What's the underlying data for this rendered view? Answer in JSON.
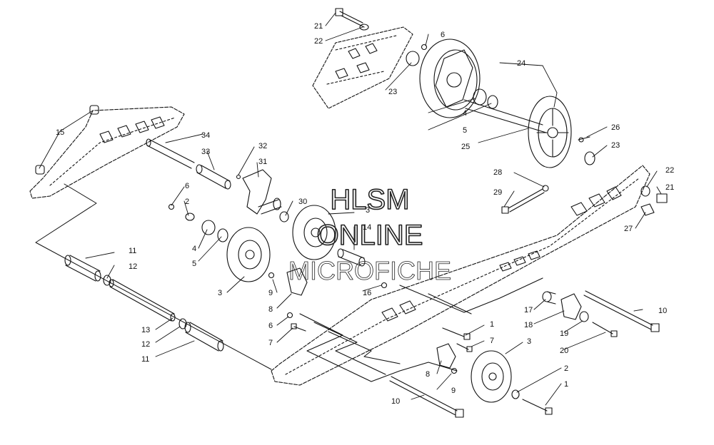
{
  "watermark": {
    "line1": "HLSM",
    "line2": "ONLINE",
    "line3": "MICROFICHE"
  },
  "callouts": [
    {
      "id": "c21a",
      "label": "21"
    },
    {
      "id": "c22a",
      "label": "22"
    },
    {
      "id": "c6a",
      "label": "6"
    },
    {
      "id": "c24",
      "label": "24"
    },
    {
      "id": "c23a",
      "label": "23"
    },
    {
      "id": "c4a",
      "label": "4"
    },
    {
      "id": "c5a",
      "label": "5"
    },
    {
      "id": "c25",
      "label": "25"
    },
    {
      "id": "c26",
      "label": "26"
    },
    {
      "id": "c23b",
      "label": "23"
    },
    {
      "id": "c22b",
      "label": "22"
    },
    {
      "id": "c21b",
      "label": "21"
    },
    {
      "id": "c28",
      "label": "28"
    },
    {
      "id": "c29",
      "label": "29"
    },
    {
      "id": "c27",
      "label": "27"
    },
    {
      "id": "c15",
      "label": "15"
    },
    {
      "id": "c34",
      "label": "34"
    },
    {
      "id": "c33",
      "label": "33"
    },
    {
      "id": "c32",
      "label": "32"
    },
    {
      "id": "c31",
      "label": "31"
    },
    {
      "id": "c6b",
      "label": "6"
    },
    {
      "id": "c2a",
      "label": "2"
    },
    {
      "id": "c30",
      "label": "30"
    },
    {
      "id": "c3a",
      "label": "3"
    },
    {
      "id": "c14",
      "label": "14"
    },
    {
      "id": "c4b",
      "label": "4"
    },
    {
      "id": "c5b",
      "label": "5"
    },
    {
      "id": "c11a",
      "label": "11"
    },
    {
      "id": "c12a",
      "label": "12"
    },
    {
      "id": "c3b",
      "label": "3"
    },
    {
      "id": "c9a",
      "label": "9"
    },
    {
      "id": "c16",
      "label": "16"
    },
    {
      "id": "c8a",
      "label": "8"
    },
    {
      "id": "c6c",
      "label": "6"
    },
    {
      "id": "c7a",
      "label": "7"
    },
    {
      "id": "c13",
      "label": "13"
    },
    {
      "id": "c12b",
      "label": "12"
    },
    {
      "id": "c11b",
      "label": "11"
    },
    {
      "id": "c1a",
      "label": "1"
    },
    {
      "id": "c7b",
      "label": "7"
    },
    {
      "id": "c17",
      "label": "17"
    },
    {
      "id": "c18",
      "label": "18"
    },
    {
      "id": "c10a",
      "label": "10"
    },
    {
      "id": "c19",
      "label": "19"
    },
    {
      "id": "c20",
      "label": "20"
    },
    {
      "id": "c3c",
      "label": "3"
    },
    {
      "id": "c8b",
      "label": "8"
    },
    {
      "id": "c9b",
      "label": "9"
    },
    {
      "id": "c2b",
      "label": "2"
    },
    {
      "id": "c1b",
      "label": "1"
    },
    {
      "id": "c10b",
      "label": "10"
    }
  ]
}
